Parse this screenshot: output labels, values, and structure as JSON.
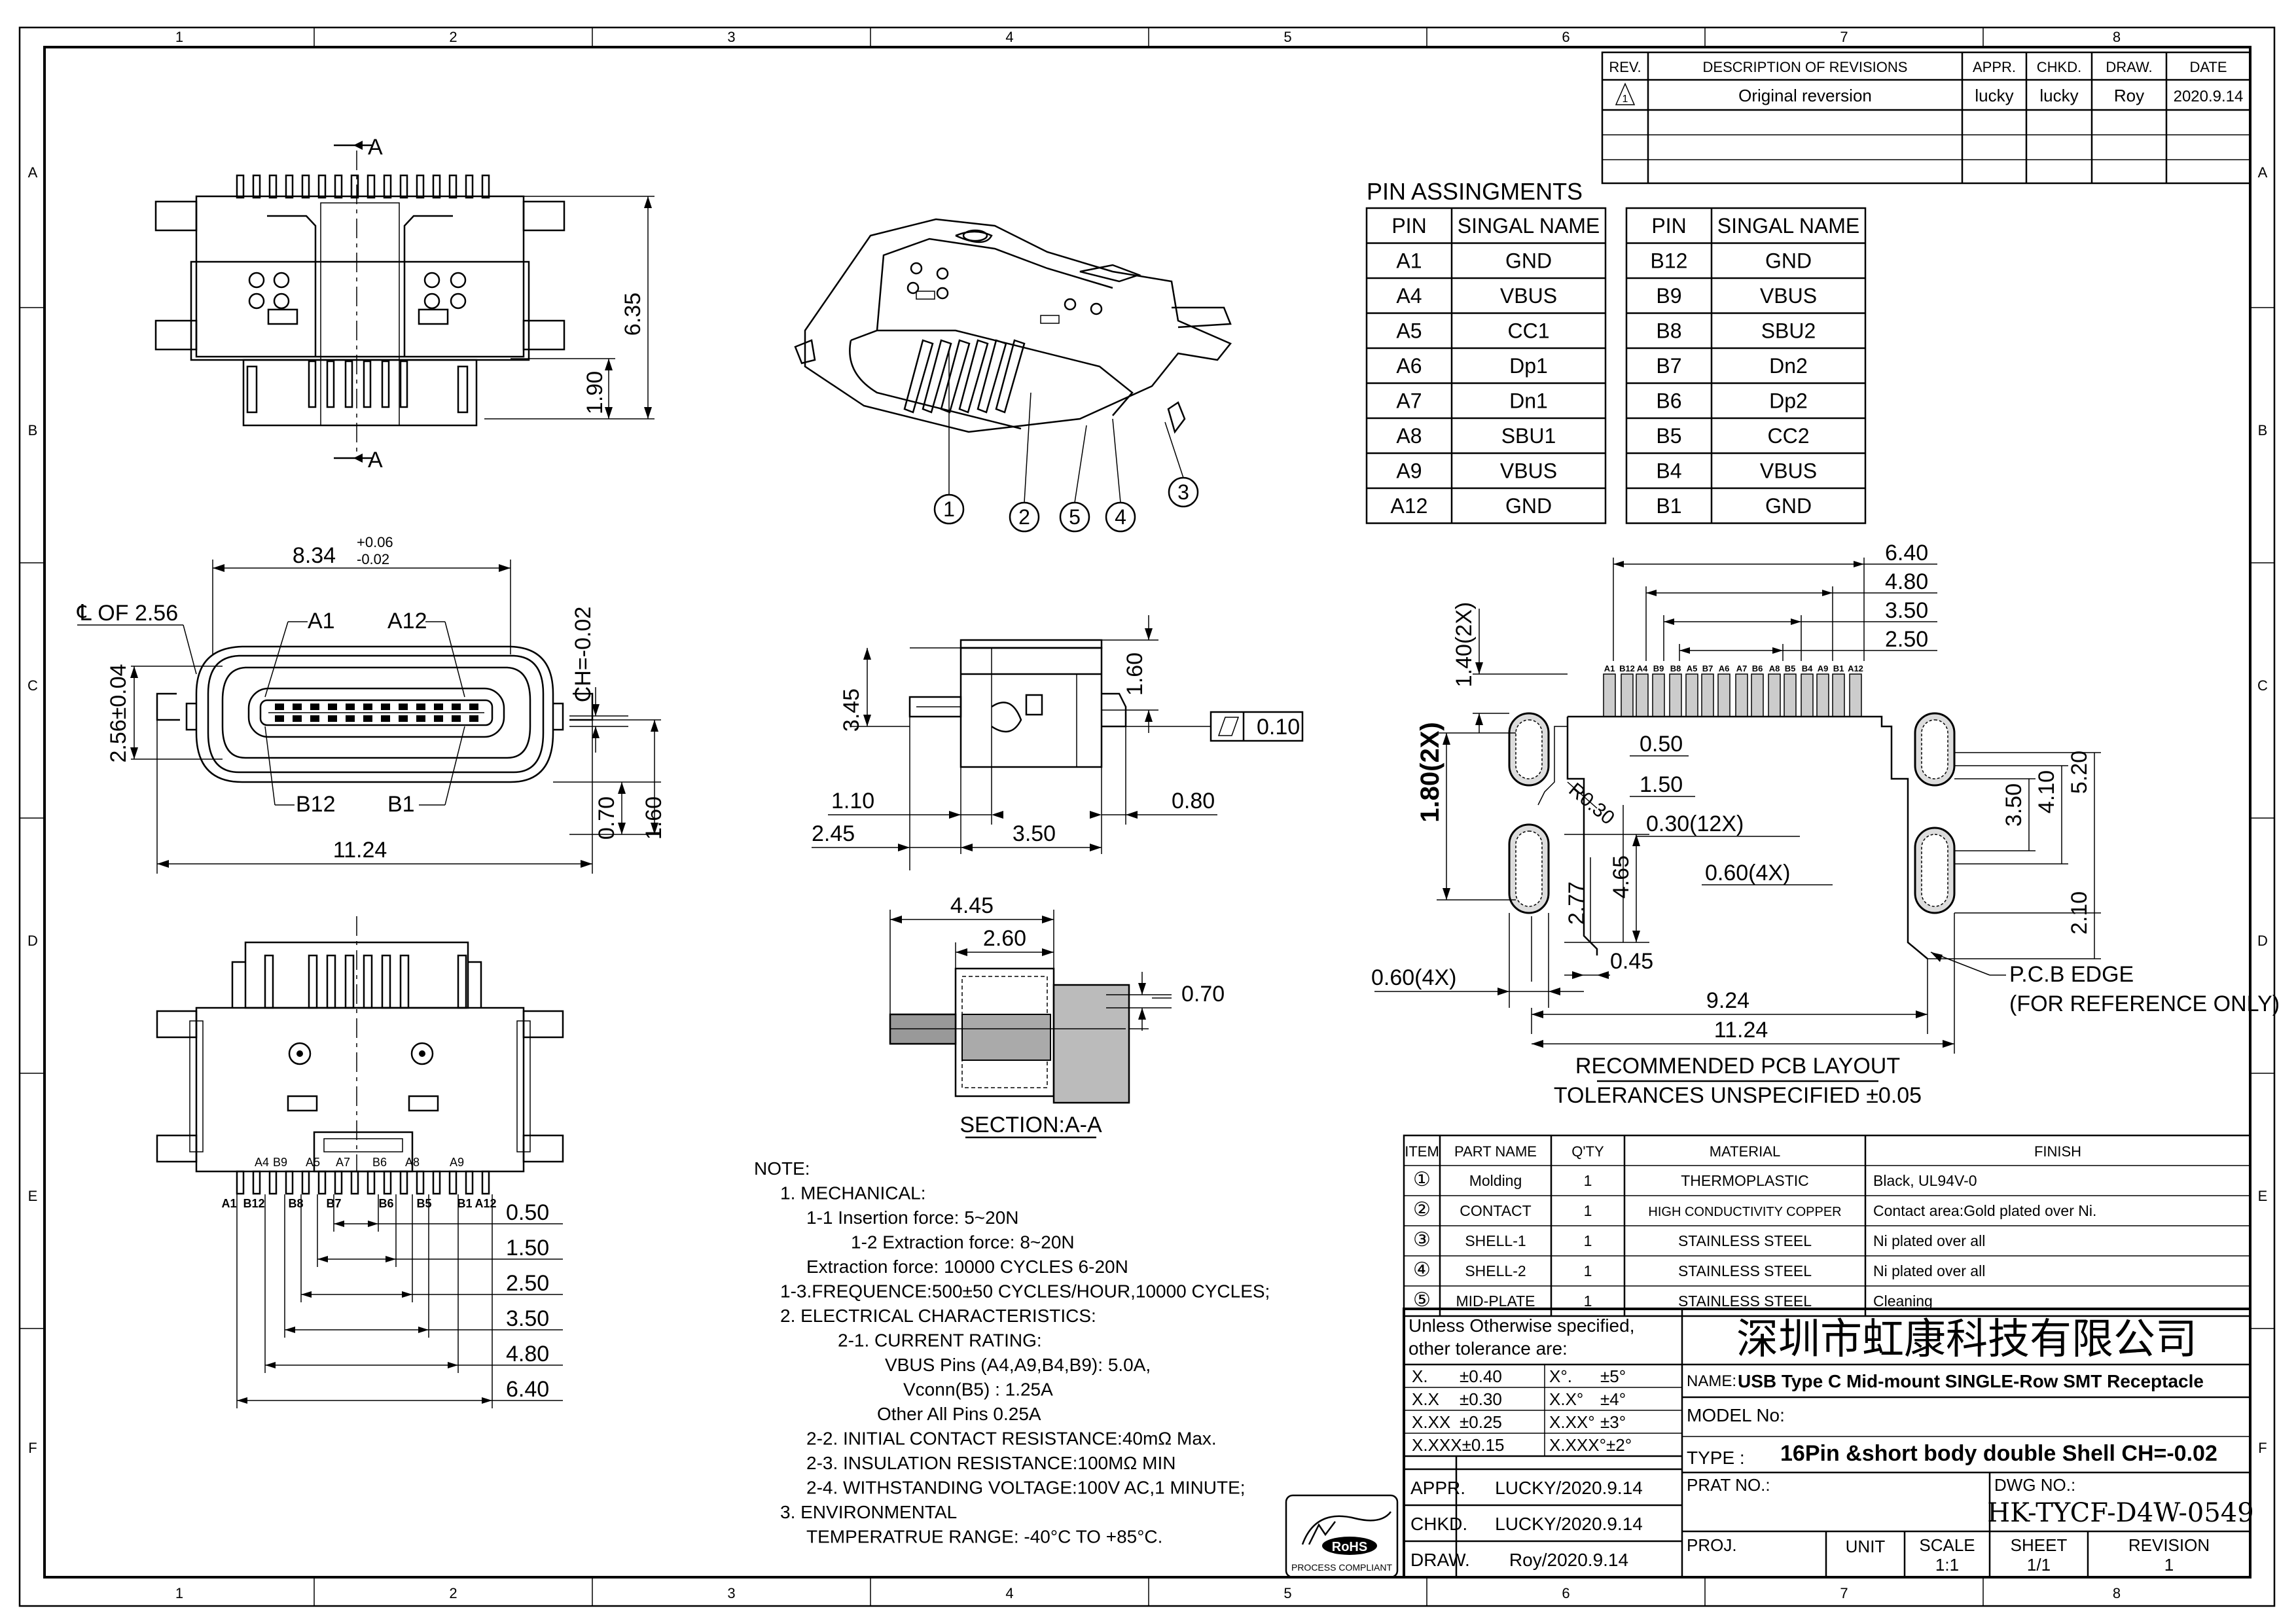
{
  "border": {
    "columns": [
      "1",
      "2",
      "3",
      "4",
      "5",
      "6",
      "7",
      "8"
    ],
    "rows": [
      "A",
      "B",
      "C",
      "D",
      "E",
      "F"
    ]
  },
  "revision_table": {
    "headers": [
      "REV.",
      "DESCRIPTION OF REVISIONS",
      "APPR.",
      "CHKD.",
      "DRAW.",
      "DATE"
    ],
    "rows": [
      [
        "",
        "Original reversion",
        "lucky",
        "lucky",
        "Roy",
        "2020.9.14"
      ]
    ]
  },
  "pin_table": {
    "title": "PIN ASSINGMENTS",
    "headers": [
      "PIN",
      "SINGAL NAME",
      "PIN",
      "SINGAL NAME"
    ],
    "rows": [
      [
        "A1",
        "GND",
        "B12",
        "GND"
      ],
      [
        "A4",
        "VBUS",
        "B9",
        "VBUS"
      ],
      [
        "A5",
        "CC1",
        "B8",
        "SBU2"
      ],
      [
        "A6",
        "Dp1",
        "B7",
        "Dn2"
      ],
      [
        "A7",
        "Dn1",
        "B6",
        "Dp2"
      ],
      [
        "A8",
        "SBU1",
        "B5",
        "CC2"
      ],
      [
        "A9",
        "VBUS",
        "B4",
        "VBUS"
      ],
      [
        "A12",
        "GND",
        "B1",
        "GND"
      ]
    ]
  },
  "top_view": {
    "section": "A",
    "dim_height": "6.35",
    "dim_lower": "1.90"
  },
  "front_view": {
    "width_nominal": "8.34",
    "tol_plus": "+0.06",
    "tol_minus": "-0.02",
    "centerline": "℄ OF 2.56",
    "pin_a1": "A1",
    "pin_a12": "A12",
    "pin_b12": "B12",
    "pin_b1": "B1",
    "height": "2.56±0.04",
    "chamfer": "CH=-0.02",
    "overall_width": "11.24",
    "dim_070": "0.70",
    "dim_160": "1.60"
  },
  "balloons": [
    "1",
    "2",
    "5",
    "4",
    "3"
  ],
  "side_view": {
    "d345": "3.45",
    "d160": "1.60",
    "flatness": "0.10",
    "d110": "1.10",
    "d080": "0.80",
    "d245": "2.45",
    "d350": "3.50"
  },
  "section_view": {
    "d445": "4.45",
    "d260": "2.60",
    "d070": "0.70",
    "label": "SECTION:A-A"
  },
  "bottom_view": {
    "pins_top": [
      "A4",
      "B9",
      "A5",
      "A7",
      "B6",
      "A8",
      "A9"
    ],
    "pins_bottom": [
      "A1",
      "B12",
      "B8",
      "B7",
      "B6",
      "B5",
      "B1",
      "A12"
    ],
    "dims": [
      "0.50",
      "1.50",
      "2.50",
      "3.50",
      "4.80",
      "6.40"
    ]
  },
  "pcb_layout": {
    "top_dims": [
      "6.40",
      "4.80",
      "3.50",
      "2.50"
    ],
    "pad_labels": [
      "A1",
      "B12",
      "A4",
      "B9",
      "B8",
      "A5",
      "B7",
      "A6",
      "A7",
      "B6",
      "A8",
      "B5",
      "B4",
      "A9",
      "B1",
      "A12"
    ],
    "d140": "1.40(2X)",
    "d180": "1.80(2X)",
    "d050": "0.50",
    "d150": "1.50",
    "r030": "R0.30",
    "d030": "0.30(12X)",
    "d060": "0.60(4X)",
    "d060b": "0.60(4X)",
    "d465": "4.65",
    "d277": "2.77",
    "d045": "0.45",
    "d924": "9.24",
    "d1124": "11.24",
    "d350": "3.50",
    "d410": "4.10",
    "d520": "5.20",
    "d210": "2.10",
    "pcb_edge": "P.C.B EDGE",
    "ref_only": "(FOR REFERENCE ONLY)",
    "caption1": "RECOMMENDED PCB LAYOUT",
    "caption2": "TOLERANCES UNSPECIFIED ±0.05"
  },
  "notes": [
    "NOTE:",
    "1. MECHANICAL:",
    "1-1  Insertion  force:  5~20N",
    "1-2  Extraction  force:  8~20N",
    "Extraction  force:  10000  CYCLES  6-20N",
    "1-3.FREQUENCE:500±50  CYCLES/HOUR,10000  CYCLES;",
    "2.  ELECTRICAL  CHARACTERISTICS:",
    "2-1.  CURRENT  RATING:",
    "VBUS  Pins  (A4,A9,B4,B9): 5.0A,",
    "Vconn(B5) : 1.25A",
    "Other  All  Pins  0.25A",
    "2-2.  INITIAL  CONTACT  RESISTANCE:40mΩ  Max.",
    "2-3.  INSULATION  RESISTANCE:100MΩ  MIN",
    "2-4.  WITHSTANDING  VOLTAGE:100V  AC,1  MINUTE;",
    "3.  ENVIRONMENTAL",
    "TEMPERATRUE  RANGE:  -40°C  TO  +85°C."
  ],
  "rohs": {
    "text": "RoHS",
    "sub": "PROCESS COMPLIANT"
  },
  "bom": {
    "headers": [
      "ITEM",
      "PART NAME",
      "Q'TY",
      "MATERIAL",
      "FINISH"
    ],
    "rows": [
      [
        "①",
        "Molding",
        "1",
        "THERMOPLASTIC",
        "Black, UL94V-0"
      ],
      [
        "②",
        "CONTACT",
        "1",
        "HIGH CONDUCTIVITY COPPER",
        "Contact area:Gold plated over Ni."
      ],
      [
        "③",
        "SHELL-1",
        "1",
        "STAINLESS STEEL",
        "Ni plated over all"
      ],
      [
        "④",
        "SHELL-2",
        "1",
        "STAINLESS STEEL",
        "Ni plated over all"
      ],
      [
        "⑤",
        "MID-PLATE",
        "1",
        "STAINLESS STEEL",
        "Cleaning"
      ]
    ]
  },
  "title_block": {
    "unless1": "Unless Otherwise specified,",
    "unless2": "other tolerance are:",
    "tol": [
      [
        "X.",
        "±0.40",
        "X°.",
        "±5°"
      ],
      [
        "X.X",
        "±0.30",
        "X.X°",
        "±4°"
      ],
      [
        "X.XX",
        "±0.25",
        "X.XX°",
        "±3°"
      ],
      [
        "X.XXX±0.15",
        "",
        "X.XXX°±2°",
        ""
      ]
    ],
    "company": "深圳市虹康科技有限公司",
    "name_label": "NAME:",
    "name": "USB Type C  Mid-mount SINGLE-Row SMT Receptacle",
    "model_label": "MODEL No:",
    "type_label": "TYPE :",
    "type": "16Pin &short body double Shell  CH=-0.02",
    "prat_label": "PRAT NO.:",
    "dwg_label": "DWG NO.:",
    "dwg": "HK-TYCF-D4W-0549",
    "appr_label": "APPR.",
    "appr": "LUCKY/2020.9.14",
    "chkd_label": "CHKD.",
    "chkd": "LUCKY/2020.9.14",
    "draw_label": "DRAW.",
    "draw": "Roy/2020.9.14",
    "proj": "PROJ.",
    "unit": "UNIT",
    "scale_label": "SCALE",
    "scale": "1:1",
    "sheet_label": "SHEET",
    "sheet": "1/1",
    "rev_label": "REVISION",
    "rev": "1"
  }
}
